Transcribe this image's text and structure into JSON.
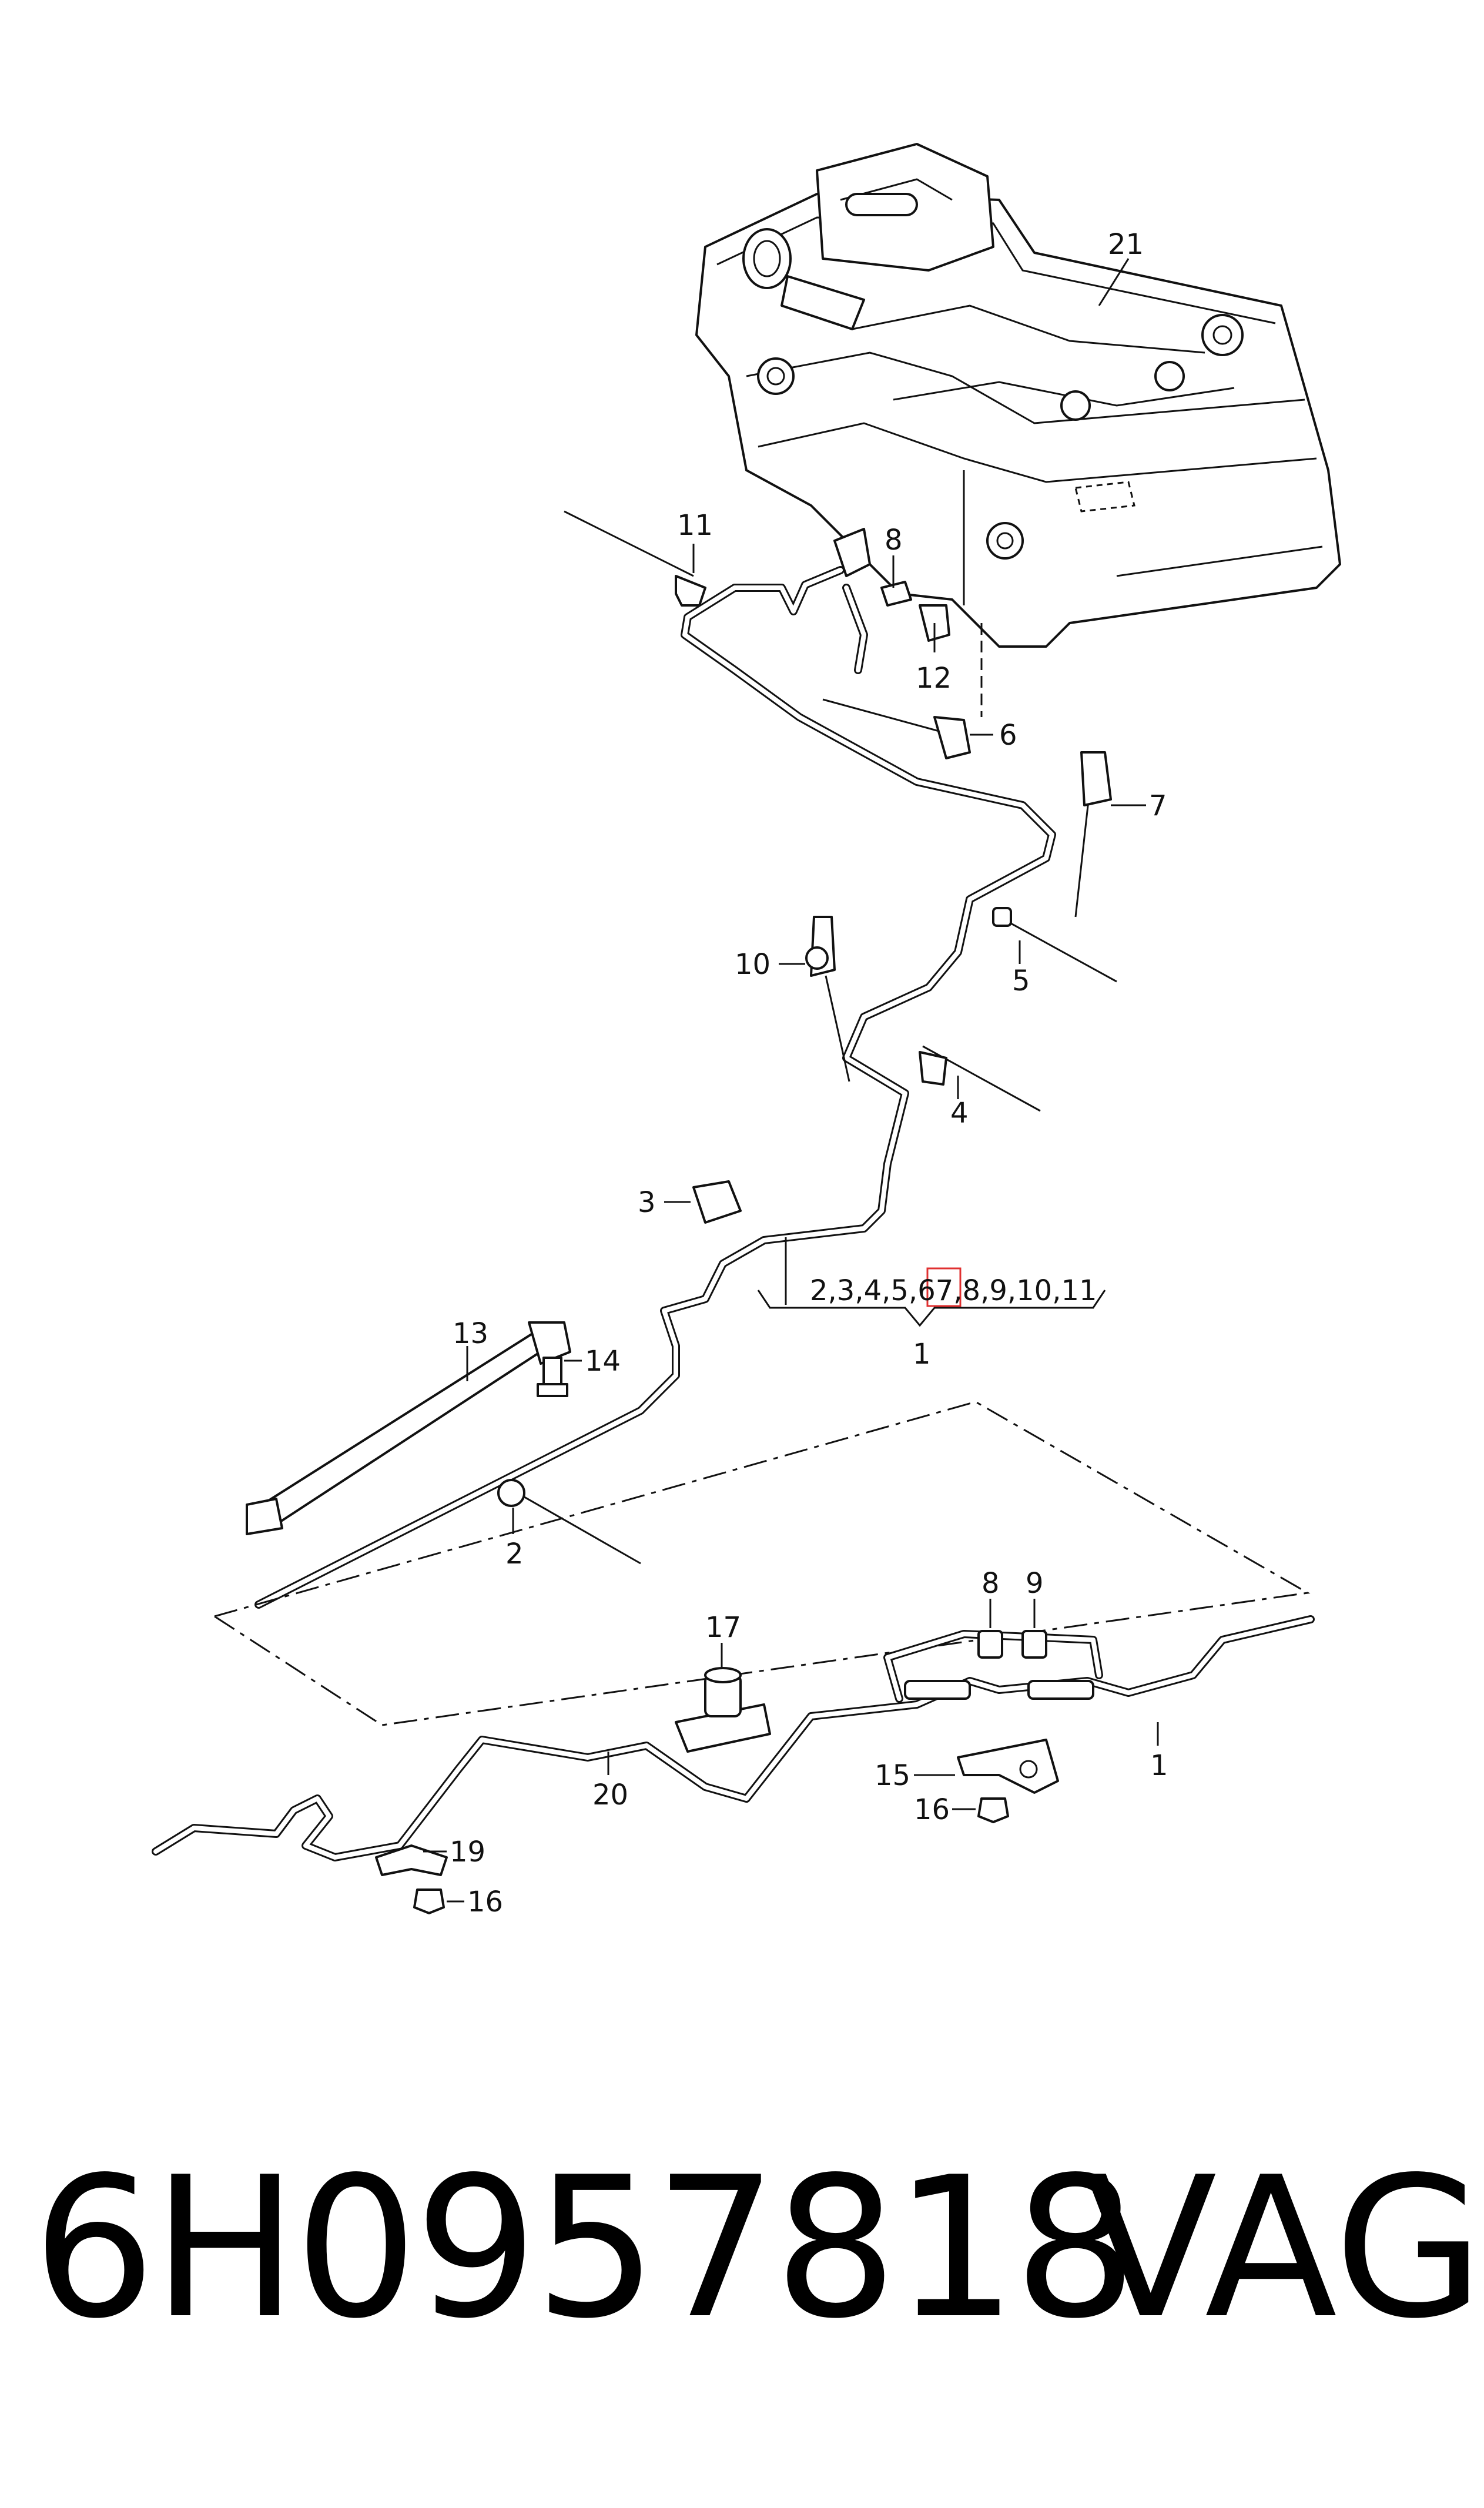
{
  "callouts": {
    "c21": "21",
    "c11": "11",
    "c8a": "8",
    "c12": "12",
    "c6": "6",
    "c7": "7",
    "c10": "10",
    "c5": "5",
    "c4": "4",
    "c3": "3",
    "group_list_a": "2,3,4,5,6",
    "group_list_hl": "7",
    "group_list_b": ",8,9,10,11",
    "group_1": "1",
    "c13": "13",
    "c14": "14",
    "c2": "2",
    "c17": "17",
    "c8b": "8",
    "c9": "9",
    "c1b": "1",
    "c15": "15",
    "c16a": "16",
    "c20": "20",
    "c19": "19",
    "c16b": "16"
  },
  "highlight_color": "#e03030",
  "footer": {
    "part_number": "6H0957818",
    "brand": "VAG"
  }
}
